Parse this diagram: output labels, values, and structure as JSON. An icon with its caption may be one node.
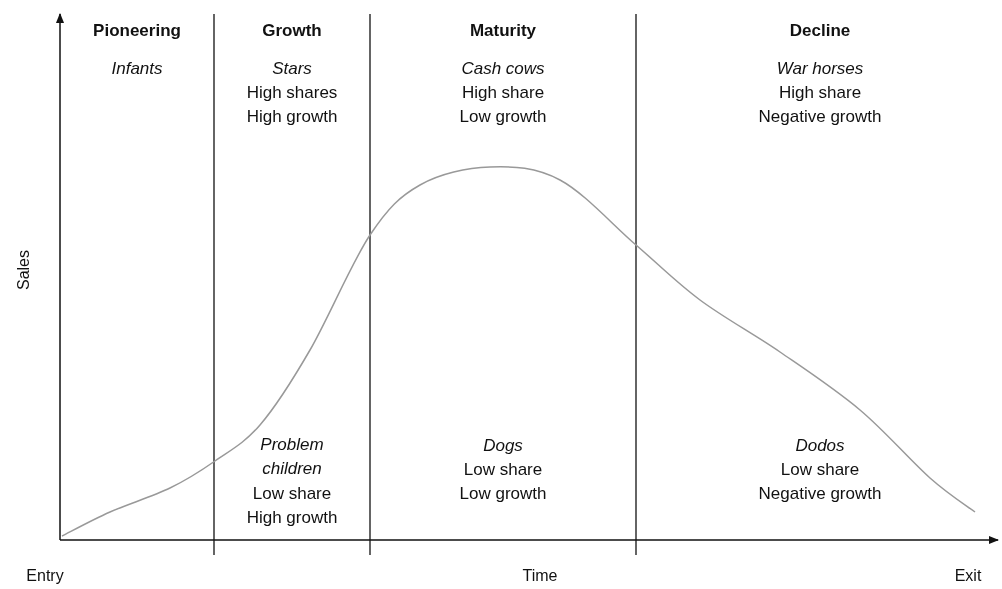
{
  "diagram": {
    "labels": [
      "Pioneering",
      "Growth",
      "Maturity",
      "Decline",
      "Infants",
      "Stars",
      "High shares",
      "High growth",
      "Cash cows",
      "High share",
      "Low growth",
      "War horses",
      "High share",
      "Negative growth",
      "Sales",
      "Problem children",
      "Low share",
      "High growth",
      "Dogs",
      "Low share",
      "Low growth",
      "Dodos",
      "Low share",
      "Negative growth",
      "Entry",
      "Time",
      "Exit"
    ]
  }
}
